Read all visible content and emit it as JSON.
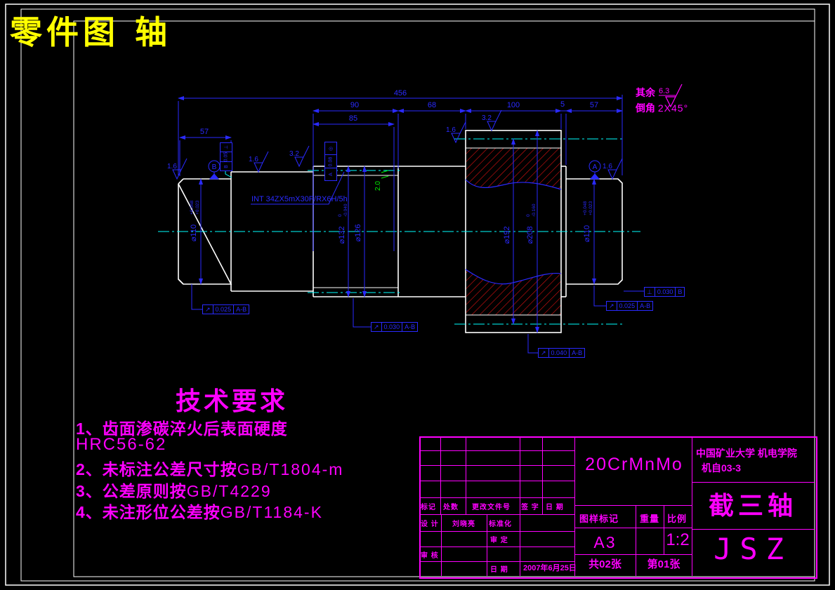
{
  "header": {
    "title": "零件图 轴"
  },
  "surface_note": {
    "surplus_label": "其余",
    "general_roughness": "6.3",
    "chamfer_label": "倒角",
    "chamfer_value": "2X45°"
  },
  "dims": {
    "overall": "456",
    "seg90": "90",
    "seg68": "68",
    "seg100": "100",
    "seg5": "5",
    "seg57_right": "57",
    "left57": "57",
    "spline85": "85",
    "web_offset": "2.0"
  },
  "dia": {
    "left_journal": {
      "v": "⌀110",
      "tol_top": "+0.048",
      "tol_bot": "+0.023"
    },
    "spline_major": {
      "v": "⌀132",
      "tol_top": "0",
      "tol_bot": "-0.040"
    },
    "spline_minor": {
      "v": "⌀126"
    },
    "gear_pitch": {
      "v": "⌀192"
    },
    "gear_tip": {
      "v": "⌀208",
      "tol_top": "0",
      "tol_bot": "-0.160"
    },
    "right_journal": {
      "v": "⌀110",
      "tol_top": "+0.048",
      "tol_bot": "+0.023"
    }
  },
  "roughness": {
    "r1": "1.6",
    "r2": "1.6",
    "r3": "3.2",
    "r4": "1.6",
    "r5": "3.2",
    "r6": "1.6"
  },
  "spline_note": "INT 34ZX5mX30P/RX6H/5h",
  "datums": {
    "a": "A",
    "b": "B"
  },
  "fcf": {
    "f1": {
      "sym": "↗",
      "val": "0.025",
      "ref": "A-B"
    },
    "f2": {
      "sym": "↗",
      "val": "0.030",
      "ref": "A-B"
    },
    "f3": {
      "sym": "↗",
      "val": "0.040",
      "ref": "A-B"
    },
    "f4": {
      "sym": "⊥",
      "val": "0.030",
      "ref": "B"
    },
    "f5": {
      "sym": "↗",
      "val": "0.025",
      "ref": "A-B"
    },
    "vf1": {
      "sym": "⊥",
      "val": "0.05",
      "ref": "B"
    },
    "vf2": {
      "sym": "◎",
      "val": "0.08",
      "ref": "A"
    }
  },
  "tech": {
    "title": "技术要求",
    "l1": "1、齿面渗碳淬火后表面硬度",
    "l1b": "HRC56-62",
    "l2a": "2、未标注公差尺寸按",
    "l2b": "GB/T1804-m",
    "l3a": "3、公差原则按",
    "l3b": "GB/T4229",
    "l4a": "4、未注形位公差按",
    "l4b": "GB/T1184-K"
  },
  "title_block": {
    "material": "20CrMnMo",
    "school_line1": "中国矿业大学 机电学院",
    "school_line2": "机自03-3",
    "part_name": "截三轴",
    "part_code": "JSZ",
    "mark_label": "标记",
    "count_label": "处数",
    "change_label": "更改文件号",
    "sign_label": "签 字",
    "date_label": "日 期",
    "design_label": "设 计",
    "designer": "刘晓亮",
    "std_label": "标准化",
    "approve_label": "审 定",
    "check_label": "审 核",
    "date_row_label": "日 期",
    "date_value": "2007年6月25日",
    "stamp_label": "图样标记",
    "weight_label": "重量",
    "scale_label": "比例",
    "paper_size": "A3",
    "scale_value": "1:2",
    "sheet_total": "共02张",
    "sheet_no": "第01张"
  }
}
